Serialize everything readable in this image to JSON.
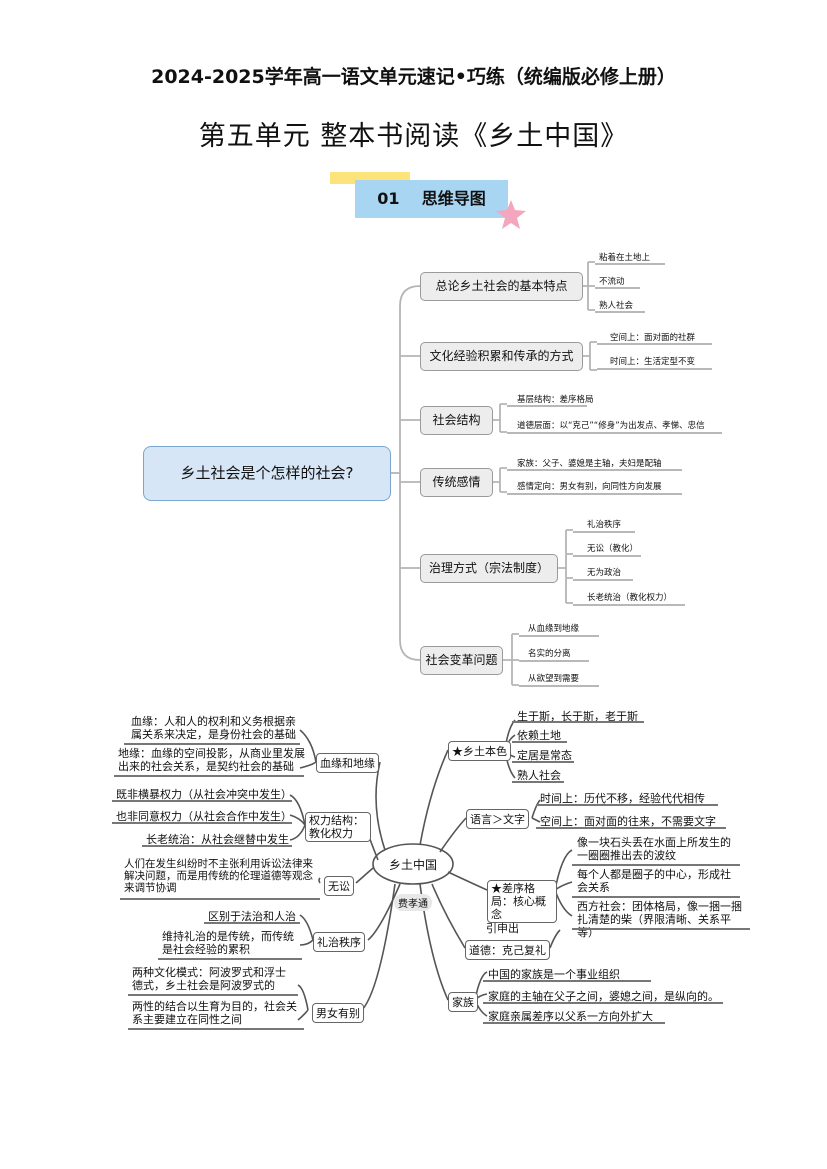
{
  "header": {
    "top_title": "2024-2025学年高一语文单元速记•巧练（统编版必修上册）",
    "unit_title": "第五单元  整本书阅读《乡土中国》",
    "section_number": "01",
    "section_name": "思维导图"
  },
  "mindmap1": {
    "root": "乡土社会是个怎样的社会?",
    "branches": [
      {
        "label": "总论乡土社会的基本特点",
        "leaves": [
          "粘着在土地上",
          "不流动",
          "熟人社会"
        ]
      },
      {
        "label": "文化经验积累和传承的方式",
        "leaves": [
          "空间上：面对面的社群",
          "时间上：生活定型不变"
        ]
      },
      {
        "label": "社会结构",
        "leaves": [
          "基层结构：差序格局",
          "道德层面：以“克己”“修身”为出发点、孝悌、忠信"
        ]
      },
      {
        "label": "传统感情",
        "leaves": [
          "家族：父子、婆媳是主轴，夫妇是配轴",
          "感情定向：男女有别，向同性方向发展"
        ]
      },
      {
        "label": "治理方式（宗法制度）",
        "leaves": [
          "礼治秩序",
          "无讼（教化）",
          "无为政治",
          "长老统治（教化权力）"
        ]
      },
      {
        "label": "社会变革问题",
        "leaves": [
          "从血缘到地缘",
          "名实的分离",
          "从欲望到需要"
        ]
      }
    ]
  },
  "mindmap2": {
    "center": "乡土中国",
    "author": "费孝通",
    "left": [
      {
        "label": "血缘和地缘",
        "leaves": [
          "血缘：人和人的权利和义务根据亲属关系来决定，是身份社会的基础",
          "地缘：血缘的空间投影，从商业里发展出来的社会关系，是契约社会的基础"
        ]
      },
      {
        "label": "权力结构：教化权力",
        "leaves": [
          "既非横暴权力（从社会冲突中发生）",
          "也非同意权力（从社会合作中发生）",
          "长老统治：从社会继替中发生"
        ]
      },
      {
        "label": "无讼",
        "leaves": [
          "人们在发生纠纷时不主张利用诉讼法律来解决问题，而是用传统的伦理道德等观念来调节协调"
        ]
      },
      {
        "label": "礼治秩序",
        "leaves": [
          "区别于法治和人治",
          "维持礼治的是传统，而传统是社会经验的累积"
        ]
      },
      {
        "label": "男女有别",
        "leaves": [
          "两种文化模式：阿波罗式和浮士德式，乡土社会是阿波罗式的",
          "两性的结合以生育为目的，社会关系主要建立在同性之间"
        ]
      }
    ],
    "right": [
      {
        "label": "★乡土本色",
        "leaves": [
          "生于斯，长于斯，老于斯",
          "依赖土地",
          "定居是常态",
          "熟人社会"
        ]
      },
      {
        "label": "语言＞文字",
        "leaves": [
          "时间上：历代不移，经验代代相传",
          "空间上：面对面的往来，不需要文字"
        ]
      },
      {
        "label": "★差序格局：核心概念",
        "leaves": [
          "像一块石头丢在水面上所发生的一圈圈推出去的波纹",
          "每个人都是圈子的中心，形成社会关系",
          "西方社会：团体格局，像一捆一捆扎清楚的柴（界限清晰、关系平等）"
        ]
      },
      {
        "label": "道德：克己复礼",
        "leaves": [
          "引申出"
        ]
      },
      {
        "label": "家族",
        "leaves": [
          "中国的家族是一个事业组织",
          "家庭的主轴在父子之间，婆媳之间，是纵向的。",
          "家庭亲属差序以父系一方向外扩大"
        ]
      }
    ]
  }
}
